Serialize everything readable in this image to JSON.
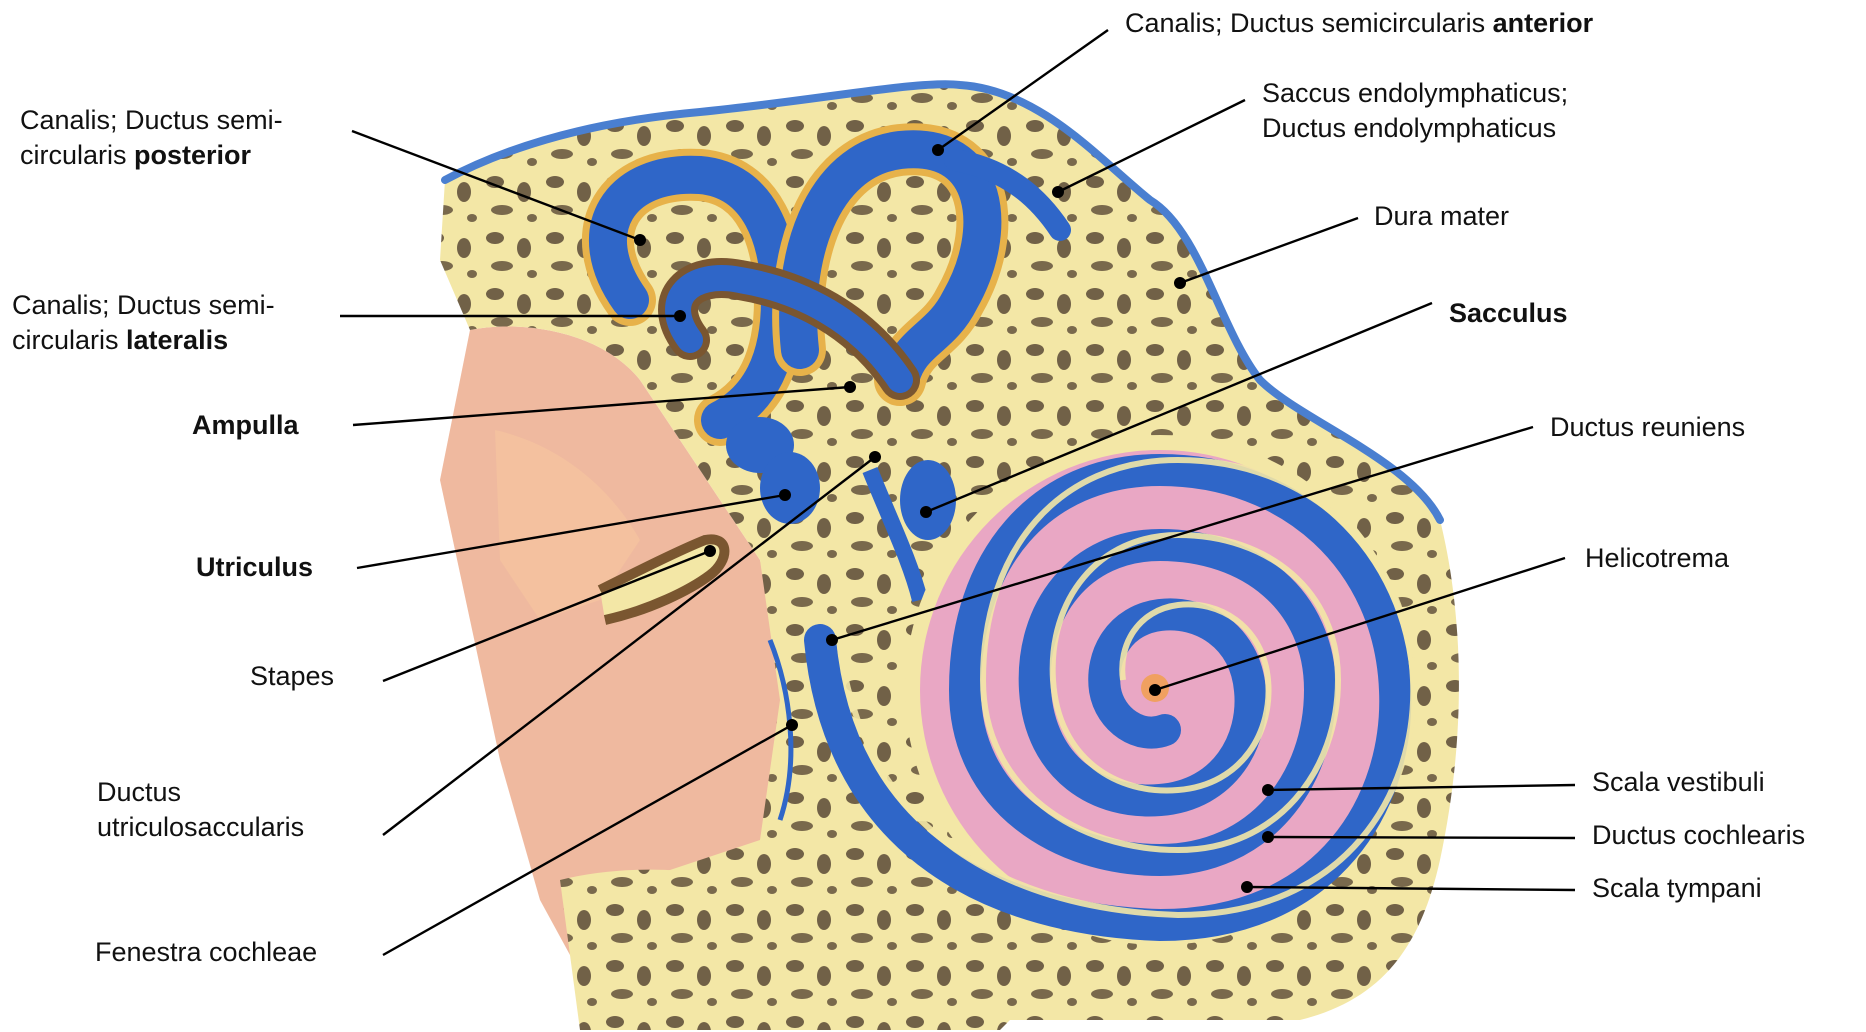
{
  "labels": {
    "anterior_a": "Canalis; Ductus semicircularis ",
    "anterior_b": "anterior",
    "saccus_1": "Saccus endolymphaticus;",
    "saccus_2": "Ductus endolymphaticus",
    "posterior_1": "Canalis; Ductus semi-",
    "posterior_2a": "circularis ",
    "posterior_2b": "posterior",
    "dura": "Dura mater",
    "lateralis_1": "Canalis; Ductus semi-",
    "lateralis_2a": "circularis ",
    "lateralis_2b": "lateralis",
    "sacculus": "Sacculus",
    "ampulla": "Ampulla",
    "reuniens": "Ductus reuniens",
    "utriculus": "Utriculus",
    "helicotrema": "Helicotrema",
    "stapes": "Stapes",
    "utriculosacc_1": "Ductus",
    "utriculosacc_2": "utriculosaccularis",
    "scala_vestibuli": "Scala vestibuli",
    "ductus_cochlearis": "Ductus cochlearis",
    "scala_tympani": "Scala tympani",
    "fenestra": "Fenestra cochleae"
  },
  "colors": {
    "bone": "#f3e7a6",
    "bone_pit": "#5a4a36",
    "endolymph": "#2f66c8",
    "perilymph_pink": "#e9a7c4",
    "soft_tissue": "#e9a27f",
    "dura": "#4a7fd0",
    "leader": "#000000"
  }
}
